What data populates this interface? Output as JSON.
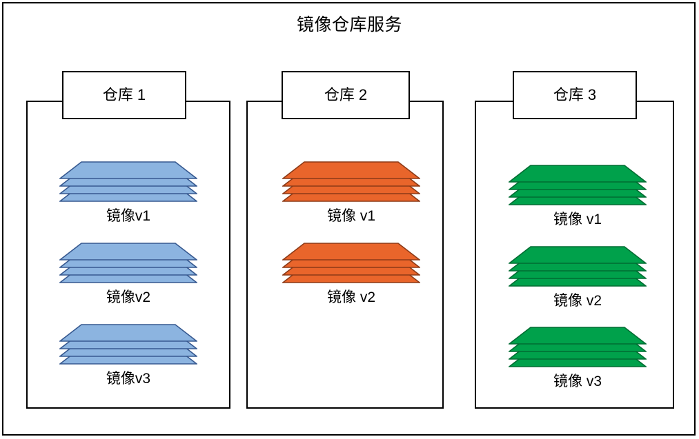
{
  "diagram": {
    "title": "镜像仓库服务",
    "frame_color": "#000000",
    "background": "#ffffff"
  },
  "palette": {
    "blue_fill": "#8CB4E0",
    "blue_stroke": "#36588F",
    "orange_fill": "#E9652B",
    "orange_stroke": "#8C3A17",
    "green_fill": "#00A14B",
    "green_stroke": "#006C32",
    "line": "#000000"
  },
  "repositories": [
    {
      "id": "repo-1",
      "header": "仓库 1",
      "color_key": "blue",
      "fill": "#8CB4E0",
      "stroke": "#36588F",
      "images": [
        {
          "label": "镜像v1",
          "layers": 4
        },
        {
          "label": "镜像v2",
          "layers": 4
        },
        {
          "label": "镜像v3",
          "layers": 4
        }
      ]
    },
    {
      "id": "repo-2",
      "header": "仓库 2",
      "color_key": "orange",
      "fill": "#E9652B",
      "stroke": "#8C3A17",
      "images": [
        {
          "label": "镜像 v1",
          "layers": 4
        },
        {
          "label": "镜像 v2",
          "layers": 4
        }
      ]
    },
    {
      "id": "repo-3",
      "header": "仓库 3",
      "color_key": "green",
      "fill": "#00A14B",
      "stroke": "#006C32",
      "images": [
        {
          "label": "镜像 v1",
          "layers": 4
        },
        {
          "label": "镜像 v2",
          "layers": 4
        },
        {
          "label": "镜像 v3",
          "layers": 4
        }
      ]
    }
  ]
}
